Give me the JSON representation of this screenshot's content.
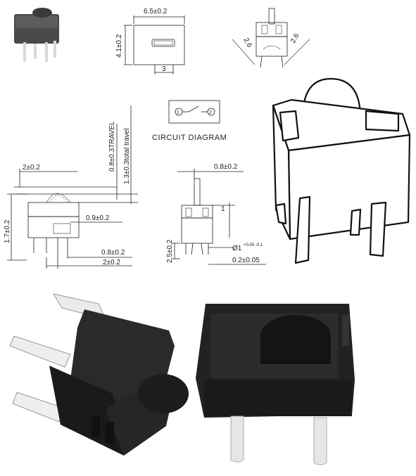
{
  "dims": {
    "width_6_5": "6.5±0.2",
    "height_4_1": "4.1±0.2",
    "slot_3": "3",
    "lead_2_6a": "2.6",
    "lead_2_6b": "2.6",
    "pitch_2": "2±0.2",
    "travel_0_8": "0.8±0.3TRAVEL",
    "total_travel": "1.3±0.3total travel",
    "plunger_0_9": "0.9±0.2",
    "height_1_7": "1.7±0.2",
    "pin_0_8": "0.8±0.2",
    "pin_2": "2±0.2",
    "top_0_8": "0.8±0.2",
    "one": "1",
    "pin_len_2_5": "2.5±0.2",
    "dia": "Ø1",
    "dia_tol": "+0.05 -0.1",
    "thick_0_2": "0.2±0.05"
  },
  "circuit": {
    "title": "CIRCUIT DIAGRAM",
    "pin1": "1",
    "pin2": "2"
  },
  "colors": {
    "line": "#222222",
    "body_black": "#1c1c1c",
    "pin_white": "#e8e8e8"
  }
}
